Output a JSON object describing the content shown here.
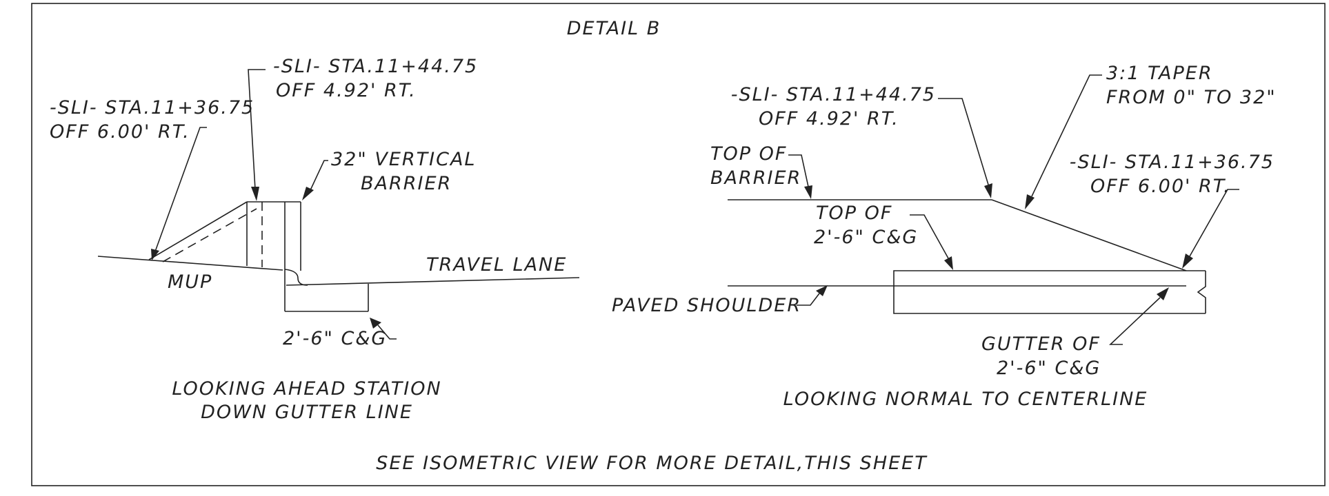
{
  "detail_title": "DETAIL B",
  "left_view": {
    "label_sli_1": "-SLI- STA.11+44.75",
    "label_off_1": "OFF 4.92' RT.",
    "label_sli_2": "-SLI- STA.11+36.75",
    "label_off_2": "OFF 6.00' RT.",
    "barrier_line1": "32\" VERTICAL",
    "barrier_line2": "BARRIER",
    "mup": "MUP",
    "travel_lane": "TRAVEL LANE",
    "cg": "2'-6\" C&G",
    "caption_line1": "LOOKING AHEAD STATION",
    "caption_line2": "DOWN GUTTER LINE"
  },
  "right_view": {
    "label_sli_1": "-SLI- STA.11+44.75",
    "label_off_1": "OFF 4.92' RT.",
    "taper_line1": "3:1 TAPER",
    "taper_line2": "FROM 0\" TO 32\"",
    "top_barrier_line1": "TOP OF",
    "top_barrier_line2": "BARRIER",
    "top_cg_line1": "TOP OF",
    "top_cg_line2": "2'-6\" C&G",
    "label_sli_2": "-SLI- STA.11+36.75",
    "label_off_2": "OFF 6.00' RT.",
    "paved_shoulder": "PAVED SHOULDER",
    "gutter_line1": "GUTTER OF",
    "gutter_line2": "2'-6\" C&G",
    "caption": "LOOKING NORMAL TO CENTERLINE"
  },
  "footer_note": "SEE ISOMETRIC VIEW FOR MORE DETAIL,THIS SHEET",
  "colors": {
    "ink": "#222222",
    "background": "#ffffff"
  }
}
